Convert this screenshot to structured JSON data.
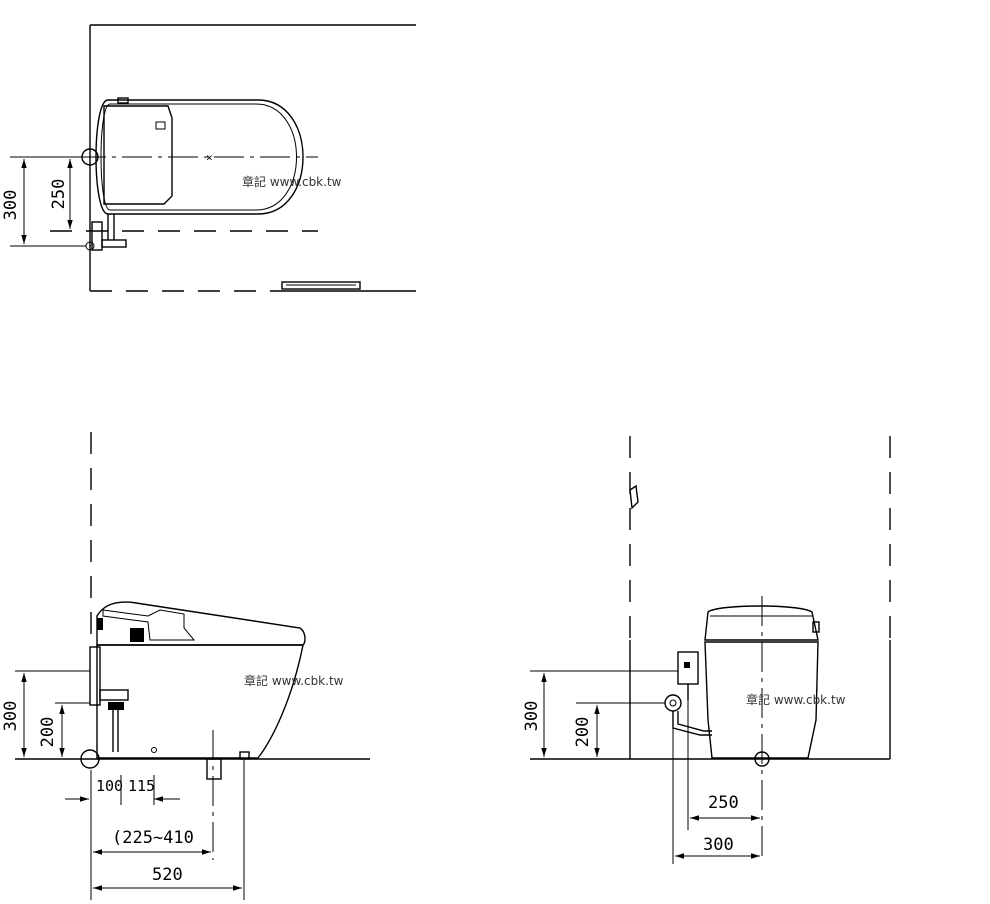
{
  "watermark": "章記 www.cbk.tw",
  "top_view": {
    "dim_300": "300",
    "dim_250": "250"
  },
  "side_view": {
    "dim_300": "300",
    "dim_200": "200",
    "dim_100": "100",
    "dim_115": "115",
    "dim_range": "(225~410",
    "dim_520": "520"
  },
  "front_view": {
    "dim_300_v": "300",
    "dim_200_v": "200",
    "dim_250_h": "250",
    "dim_300_h": "300"
  }
}
